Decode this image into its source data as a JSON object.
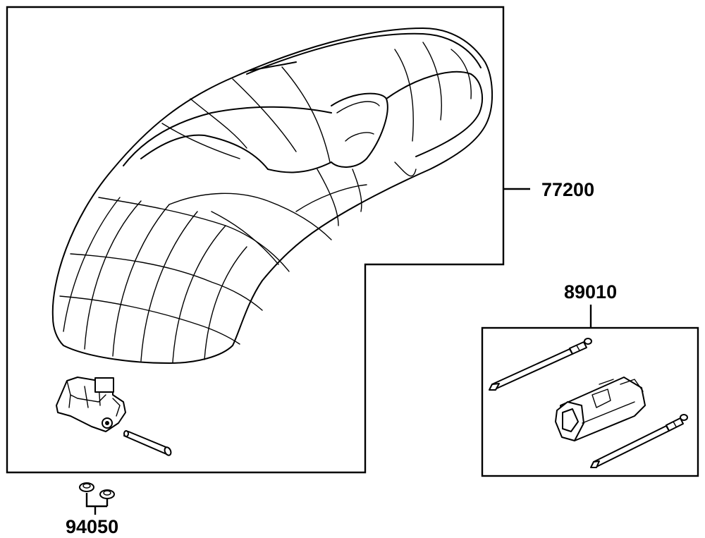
{
  "callouts": {
    "seat": "77200",
    "tool_kit": "89010",
    "nuts": "94050"
  },
  "colors": {
    "ink": "#000000",
    "background": "#ffffff"
  }
}
